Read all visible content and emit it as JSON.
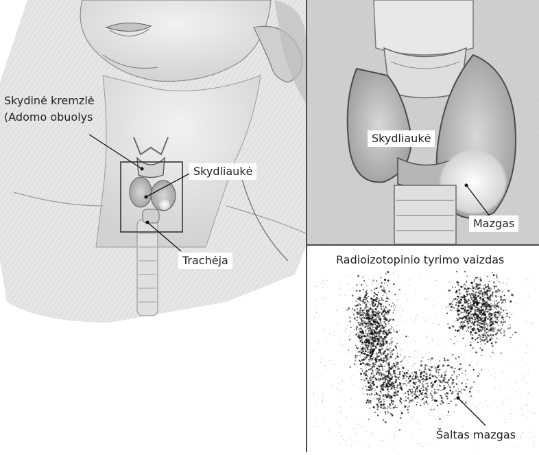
{
  "labels": {
    "cartilage_line1": "Skydinė kremzlė",
    "cartilage_line2": "(Adomo obuolys",
    "thyroid_left": "Skydliaukė",
    "trachea": "Trachėja",
    "thyroid_right": "Skydliaukė",
    "nodule": "Mazgas",
    "scan_title": "Radioizotopinio tyrimo vaizdas",
    "cold_nodule": "Šaltas mazgas"
  },
  "colors": {
    "ink": "#222222",
    "divider": "#4a4a4a",
    "scan_dots": "#111111"
  }
}
